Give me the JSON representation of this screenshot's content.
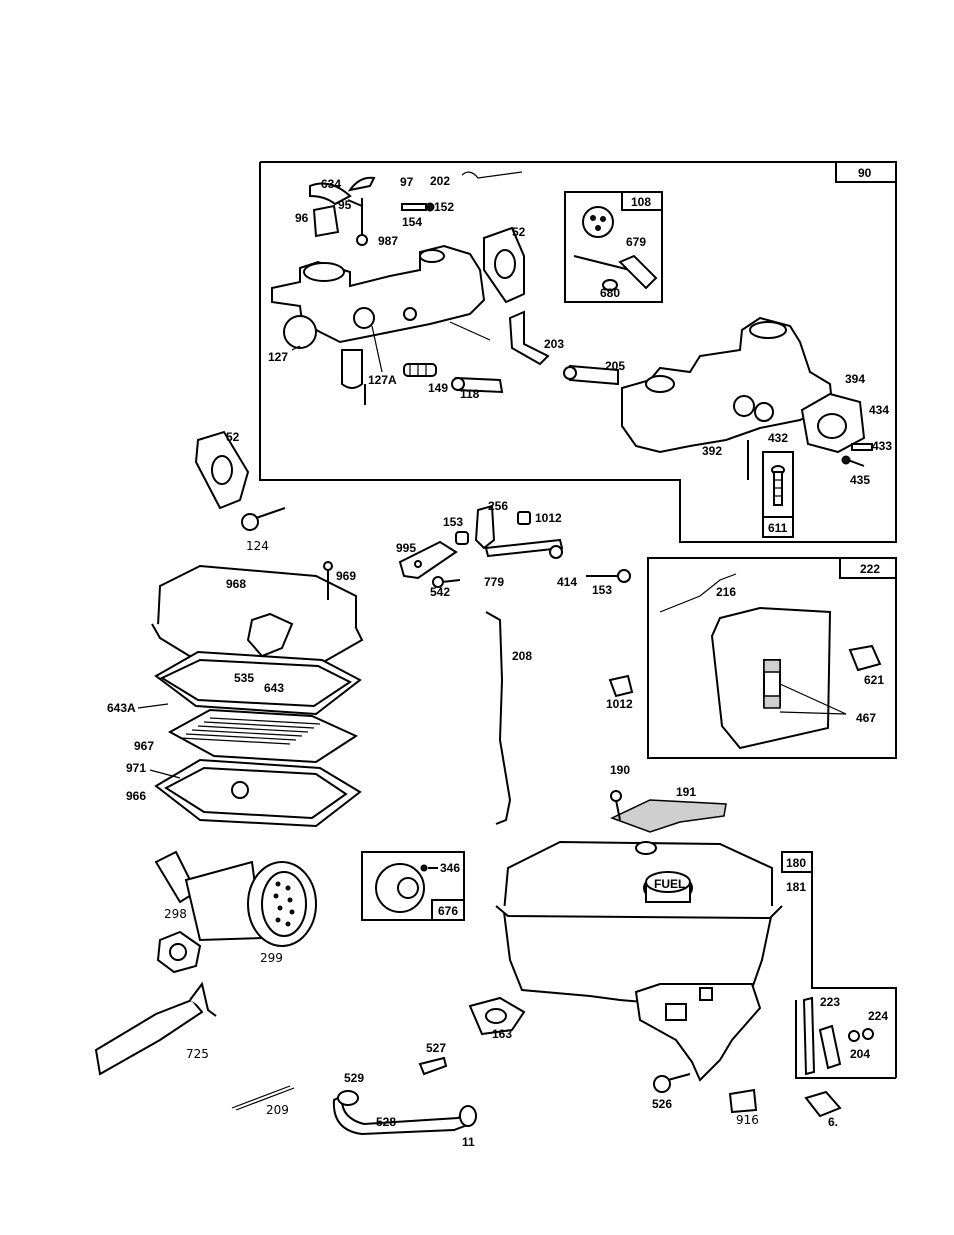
{
  "boxes": {
    "carburetor_group": "90",
    "kit_108": "108",
    "kit_611": "611",
    "governor_group": "222",
    "choke_kit": "676",
    "fuel_tank_group": "180"
  },
  "labels": {
    "l634": "634",
    "l97": "97",
    "l202": "202",
    "l95": "95",
    "l154": "154",
    "l152": "152",
    "l96": "96",
    "l987": "987",
    "l52a": "52",
    "l679": "679",
    "l680": "680",
    "l127": "127",
    "l127a": "127A",
    "l149": "149",
    "l118": "118",
    "l203": "203",
    "l205": "205",
    "l394": "394",
    "l434": "434",
    "l432": "432",
    "l392": "392",
    "l433": "433",
    "l435": "435",
    "l52b": "52",
    "l124": "124",
    "l153a": "153",
    "l256": "256",
    "l1012a": "1012",
    "l995": "995",
    "l779": "779",
    "l542": "542",
    "l414": "414",
    "l153b": "153",
    "l968": "968",
    "l969": "969",
    "l535": "535",
    "l643": "643",
    "l643a": "643A",
    "l967": "967",
    "l971": "971",
    "l966": "966",
    "l216": "216",
    "l621": "621",
    "l467": "467",
    "l208": "208",
    "l1012b": "1012",
    "l190": "190",
    "l191": "191",
    "l346": "346",
    "l181": "181",
    "l298": "298",
    "l299": "299",
    "l725": "725",
    "l163": "163",
    "l527": "527",
    "l529": "529",
    "l528": "528",
    "l11": "11",
    "l209": "209",
    "l526": "526",
    "l916": "916",
    "l6": "6.",
    "l223": "223",
    "l224": "224",
    "l204": "204"
  },
  "fuel_cap_text": "FUEL"
}
